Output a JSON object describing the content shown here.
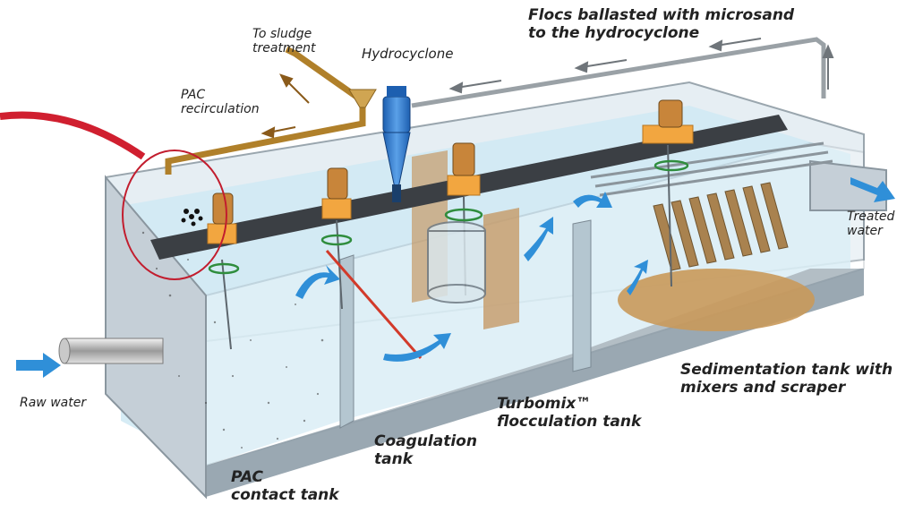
{
  "labels": {
    "flocs_title": "Flocs ballasted with microsand\nto the hydrocyclone",
    "to_sludge": "To sludge\ntreatment",
    "hydrocyclone": "Hydrocyclone",
    "pac_recirc": "PAC\nrecirculation",
    "treated_water": "Treated\nwater",
    "raw_water": "Raw water",
    "sedimentation": "Sedimentation tank with\nmixers and scraper",
    "turbomix": "Turbomix™\nflocculation tank",
    "coagulation": "Coagulation\ntank",
    "pac_contact": "PAC\ncontact tank"
  },
  "colors": {
    "water": "#cfe9f3",
    "tank_wall": "#b9c3cc",
    "pipe_brown": "#b0802a",
    "motor_box": "#f2a640",
    "arrow_blue": "#2f8fd8",
    "recirc_red": "#d01f2f",
    "sludge": "#c9995a",
    "bridge": "#3b3f44"
  }
}
